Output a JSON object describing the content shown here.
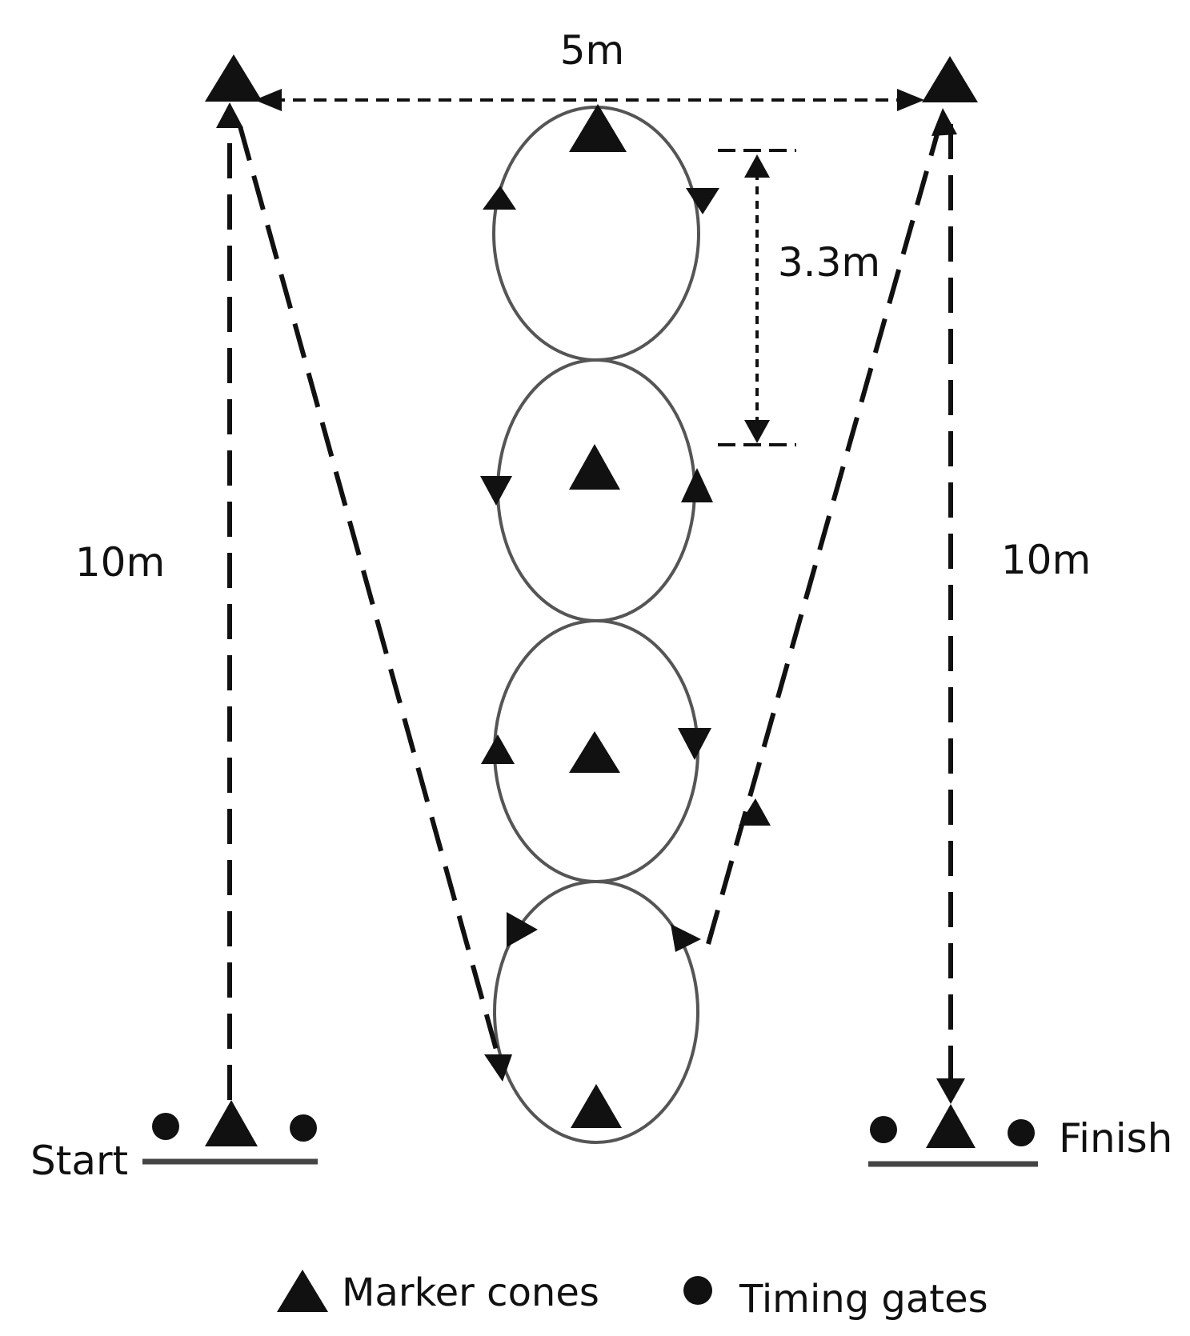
{
  "labels": {
    "top_width": "5m",
    "loop_spacing": "3.3m",
    "left_height": "10m",
    "right_height": "10m",
    "start": "Start",
    "finish": "Finish"
  },
  "legend": {
    "cones": "Marker cones",
    "gates": "Timing gates"
  },
  "colors": {
    "ink": "#111111",
    "circle": "#555555",
    "background": "#ffffff"
  }
}
